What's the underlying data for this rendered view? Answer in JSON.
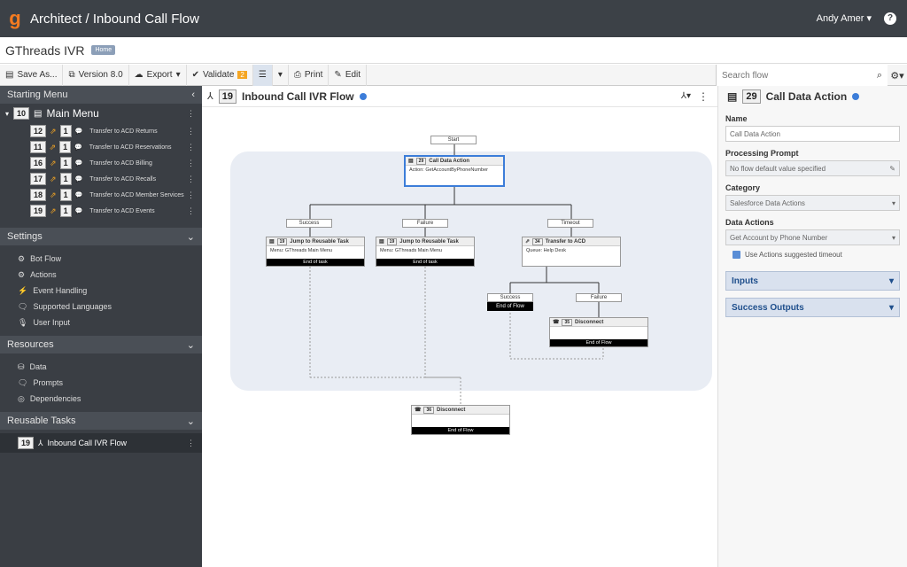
{
  "app": {
    "title": "Architect / Inbound Call Flow",
    "user": "Andy Amer",
    "help": "?"
  },
  "flow": {
    "name": "GThreads IVR",
    "badge": "Home"
  },
  "toolbar": {
    "save_as": "Save As...",
    "version": "Version 8.0",
    "export": "Export",
    "validate": "Validate",
    "validate_count": "2",
    "print": "Print",
    "edit": "Edit",
    "search_placeholder": "Search flow"
  },
  "sidebar": {
    "starting_menu": "Starting Menu",
    "main_menu": {
      "id": "10",
      "label": "Main Menu"
    },
    "tasks": [
      {
        "id": "12",
        "label": "Transfer to ACD Returns"
      },
      {
        "id": "11",
        "label": "Transfer to ACD Reservations"
      },
      {
        "id": "16",
        "label": "Transfer to ACD Billing"
      },
      {
        "id": "17",
        "label": "Transfer to ACD Recalls"
      },
      {
        "id": "18",
        "label": "Transfer to ACD Member Services"
      },
      {
        "id": "19",
        "label": "Transfer to ACD Events"
      }
    ],
    "task_sub": "1",
    "settings": "Settings",
    "settings_items": [
      "Bot Flow",
      "Actions",
      "Event Handling",
      "Supported Languages",
      "User Input"
    ],
    "resources": "Resources",
    "resources_items": [
      "Data",
      "Prompts",
      "Dependencies"
    ],
    "reusable_tasks": "Reusable Tasks",
    "reusable_item": {
      "id": "19",
      "label": "Inbound Call IVR Flow"
    }
  },
  "canvas": {
    "id": "19",
    "title": "Inbound Call IVR Flow",
    "start": "Start",
    "call_data": {
      "id": "29",
      "title": "Call Data Action",
      "body": "Action: GetAccountByPhoneNumber"
    },
    "success": "Success",
    "failure": "Failure",
    "timeout": "Timeout",
    "jump1": {
      "id": "19",
      "title": "Jump to Reusable Task",
      "body": "Menu: GThreads Main Menu",
      "end": "End of task"
    },
    "jump2": {
      "id": "19",
      "title": "Jump to Reusable Task",
      "body": "Menu: GThreads Main Menu",
      "end": "End of task"
    },
    "transfer": {
      "id": "34",
      "title": "Transfer to ACD",
      "body": "Queue: Help Desk"
    },
    "t_success": "Success",
    "t_success_end": "End of Flow",
    "t_failure": "Failure",
    "disc1": {
      "id": "35",
      "title": "Disconnect",
      "end": "End of Flow"
    },
    "disc2": {
      "id": "36",
      "title": "Disconnect",
      "end": "End of Flow"
    }
  },
  "panel": {
    "id": "29",
    "title": "Call Data Action",
    "name_label": "Name",
    "name_value": "Call Data Action",
    "prompt_label": "Processing Prompt",
    "prompt_value": "No flow default value specified",
    "category_label": "Category",
    "category_value": "Salesforce Data Actions",
    "data_actions_label": "Data Actions",
    "data_actions_value": "Get Account by Phone Number",
    "timeout_check": "Use Actions suggested timeout",
    "inputs": "Inputs",
    "success_outputs": "Success Outputs"
  }
}
